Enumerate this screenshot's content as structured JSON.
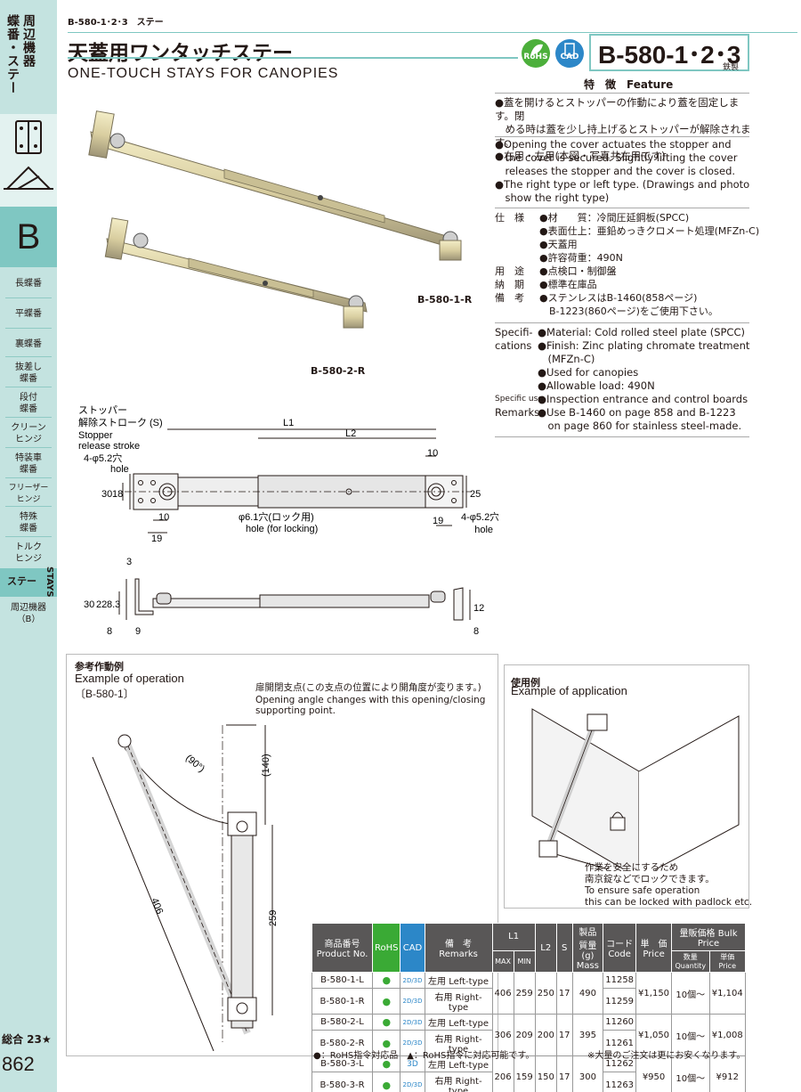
{
  "sidebar": {
    "top_label": "周辺機器",
    "top_label2": "蝶番・ステー",
    "section_letter": "B",
    "items": [
      "長蝶番",
      "平蝶番",
      "裏蝶番",
      "抜差し\n蝶番",
      "段付\n蝶番",
      "クリーン\nヒンジ",
      "特装車\n蝶番",
      "フリーザー\nヒンジ",
      "特殊\n蝶番",
      "トルク\nヒンジ"
    ],
    "active_item": "ステー",
    "active_en": "STAYS",
    "after_item": "周辺機器\n（B）",
    "total": "総合 23★",
    "page": "862"
  },
  "header": {
    "breadcrumb": "B-580-1･2･3　ステー",
    "title": "天蓋用ワンタッチステー",
    "subtitle": "ONE-TOUCH STAYS FOR CANOPIES",
    "model": "B-580-1･2･3",
    "material": "鉄製",
    "rohs": "RoHS",
    "cad": "CAD"
  },
  "feature": {
    "title": "特　徴　Feature",
    "jp": [
      "●蓋を開けるとストッパーの作動により蓋を固定します。閉",
      "　める時は蓋を少し持上げるとストッパーが解除されます。",
      "●右用・左用(本図・写真共右用です)"
    ],
    "en": [
      "●Opening the cover actuates the stopper and",
      "　the cover is secured. Slightly lifting the cover",
      "　releases the stopper and the cover is closed.",
      "●The right type or left type. (Drawings and photo",
      "　show the right type)"
    ]
  },
  "spec_jp": [
    {
      "key": "仕　様",
      "vals": [
        "●材　　質：冷間圧延鋼板(SPCC)",
        "●表面仕上：亜鉛めっきクロメート処理(MFZn-C)",
        "●天蓋用",
        "●許容荷重：490N"
      ]
    },
    {
      "key": "用　途",
      "vals": [
        "●点検口・制御盤"
      ]
    },
    {
      "key": "納　期",
      "vals": [
        "●標準在庫品"
      ]
    },
    {
      "key": "備　考",
      "vals": [
        "●ステンレスはB-1460(858ページ)",
        "　B-1223(860ページ)をご使用下さい。"
      ]
    }
  ],
  "spec_en": [
    {
      "key": "Specifi-\ncations",
      "vals": [
        "●Material: Cold rolled steel plate (SPCC)",
        "●Finish: Zinc plating chromate treatment",
        "　(MFZn-C)",
        "●Used for canopies",
        "●Allowable load: 490N"
      ]
    },
    {
      "key": "Specific use",
      "vals": [
        "●Inspection entrance and control boards"
      ]
    },
    {
      "key": "Remarks",
      "vals": [
        "●Use B-1460 on page 858 and B-1223",
        "　on page 860 for stainless steel-made."
      ]
    }
  ],
  "photos": {
    "label1": "B-580-1-R",
    "label2": "B-580-2-R"
  },
  "drawing": {
    "stopper_jp": "ストッパー",
    "stroke_jp": "解除ストローク",
    "s_label": "(S)",
    "stopper_en": "Stopper",
    "stroke_en": "release stroke",
    "hole_l": "4-φ5.2穴",
    "hole_en": "hole",
    "l1": "L1",
    "l2": "L2",
    "lock_jp": "φ6.1穴(ロック用)",
    "lock_en": "hole (for locking)",
    "hole_r": "4-φ5.2穴",
    "dims": [
      "10",
      "30",
      "18",
      "10",
      "19",
      "19",
      "25",
      "3",
      "30",
      "22",
      "8.3",
      "8",
      "9",
      "12",
      "8"
    ]
  },
  "operation": {
    "jp": "参考作動例",
    "en": "Example of operation",
    "model": "〔B-580-1〕",
    "pivot_jp": "扉開閉支点(この支点の位置により開角度が変ります。)",
    "pivot_en1": "Opening angle changes with this opening/closing",
    "pivot_en2": "supporting point.",
    "angle": "(90°)",
    "dim_140": "(140)",
    "dim_406": "406",
    "dim_259": "259"
  },
  "application": {
    "jp": "使用例",
    "en": "Example of application",
    "note_jp1": "作業を安全にするため",
    "note_jp2": "南京錠などでロックできます。",
    "note_en1": "To ensure safe operation",
    "note_en2": "this can be locked with padlock etc."
  },
  "table": {
    "headers": {
      "product": "商品番号\nProduct No.",
      "remarks": "備　考\nRemarks",
      "l1": "L1",
      "l1_max": "MAX",
      "l1_min": "MIN",
      "l2": "L2",
      "s": "S",
      "mass": "製品質量(g)\nMass",
      "code": "コード\nCode",
      "price": "単　価\nPrice",
      "bulk": "量販価格 Bulk Price",
      "qty": "数量 Quantity",
      "unit": "単価 Price"
    },
    "rows": [
      {
        "product": "B-580-1-L",
        "cad": "2D/3D",
        "remarks": "左用 Left-type",
        "code": "11258"
      },
      {
        "product": "B-580-1-R",
        "cad": "2D/3D",
        "remarks": "右用 Right-type",
        "code": "11259"
      },
      {
        "product": "B-580-2-L",
        "cad": "2D/3D",
        "remarks": "左用 Left-type",
        "code": "11260"
      },
      {
        "product": "B-580-2-R",
        "cad": "2D/3D",
        "remarks": "右用 Right-type",
        "code": "11261"
      },
      {
        "product": "B-580-3-L",
        "cad": "3D",
        "remarks": "左用 Left-type",
        "code": "11262"
      },
      {
        "product": "B-580-3-R",
        "cad": "2D/3D",
        "remarks": "右用 Right-type",
        "code": "11263"
      }
    ],
    "groups": [
      {
        "max": "406",
        "min": "259",
        "l2": "250",
        "s": "17",
        "mass": "490",
        "price": "¥1,150",
        "qty": "10個～",
        "bulk": "¥1,104"
      },
      {
        "max": "306",
        "min": "209",
        "l2": "200",
        "s": "17",
        "mass": "395",
        "price": "¥1,050",
        "qty": "10個～",
        "bulk": "¥1,008"
      },
      {
        "max": "206",
        "min": "159",
        "l2": "150",
        "s": "17",
        "mass": "300",
        "price": "¥950",
        "qty": "10個～",
        "bulk": "¥912"
      }
    ],
    "note_left": "●：RoHS指令対応品　▲：RoHS指令に対応可能です。",
    "note_right": "※大量のご注文は更にお安くなります。"
  }
}
